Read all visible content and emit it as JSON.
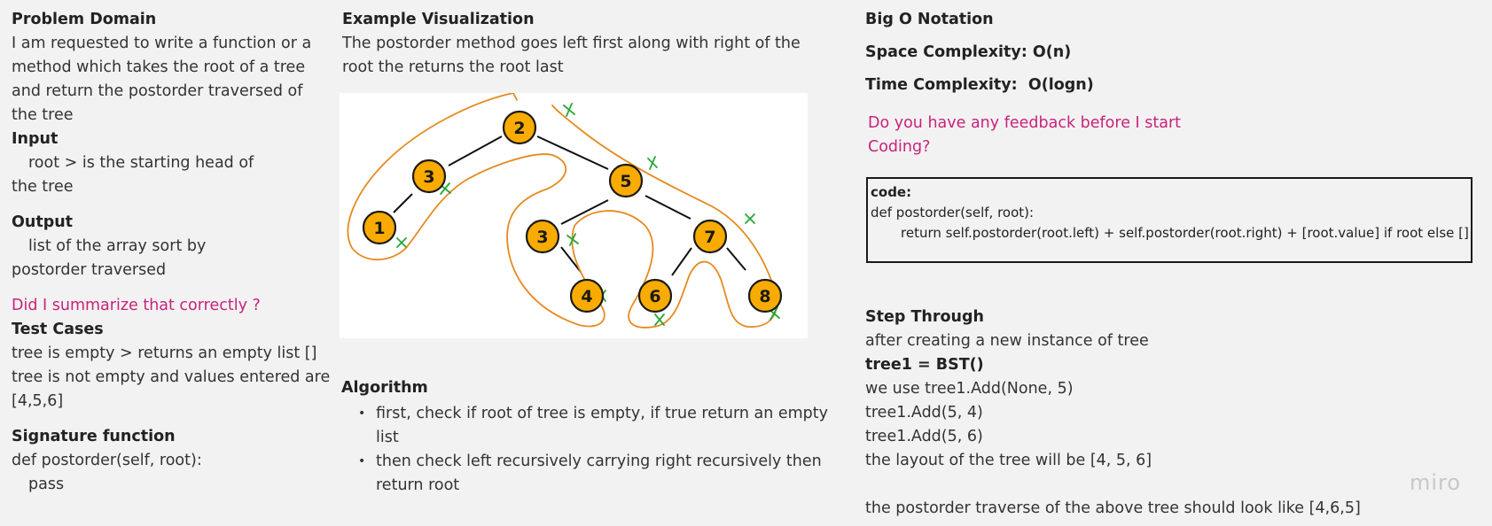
{
  "problem": {
    "heading": "Problem Domain",
    "lines": [
      "I am requested to write a function or a",
      "method which takes the root of a tree",
      "and return the postorder traversed of",
      "the tree"
    ],
    "input_heading": "Input",
    "input_lines": [
      "root > is the starting head of",
      "the tree"
    ],
    "output_heading": "Output",
    "output_lines": [
      "list of the array sort by",
      "postorder traversed"
    ],
    "summary_question": "Did I summarize that correctly ?",
    "test_heading": "Test Cases",
    "test_lines": [
      "tree is empty > returns an empty list []",
      "tree is not empty and values entered are",
      "[4,5,6]"
    ],
    "signature_heading": "Signature function",
    "signature_lines": [
      "def postorder(self, root):",
      "pass"
    ]
  },
  "example": {
    "heading": "Example Visualization",
    "lines": [
      "The postorder method goes left first along with right of the",
      "root the returns the root last"
    ],
    "tree_nodes": [
      "2",
      "3",
      "5",
      "1",
      "3",
      "7",
      "4",
      "6",
      "8"
    ]
  },
  "algorithm": {
    "heading": "Algorithm",
    "items": [
      [
        "first, check if root of tree is empty, if true return an empty list"
      ],
      [
        "then check left recursively carrying right recursively then",
        "return root"
      ]
    ]
  },
  "bigo": {
    "heading": "Big O Notation",
    "space": "Space Complexity: O(n)",
    "time": "Time Complexity:  O(logn)",
    "feedback_lines": [
      "Do you have any feedback before I start",
      "Coding?"
    ]
  },
  "code": {
    "label": "code:",
    "line1": "def postorder(self, root):",
    "line2": "return self.postorder(root.left) + self.postorder(root.right) +  [root.value] if root else []"
  },
  "step": {
    "heading": "Step Through",
    "intro": "after creating a new instance of tree",
    "create": "tree1 = BST()",
    "lines": [
      "we use tree1.Add(None, 5)",
      "tree1.Add(5, 4)",
      "tree1.Add(5, 6)",
      "the layout of the tree will be [4, 5, 6]"
    ],
    "result": "the postorder traverse of the above tree should look like [4,6,5]"
  },
  "brand": "miro"
}
